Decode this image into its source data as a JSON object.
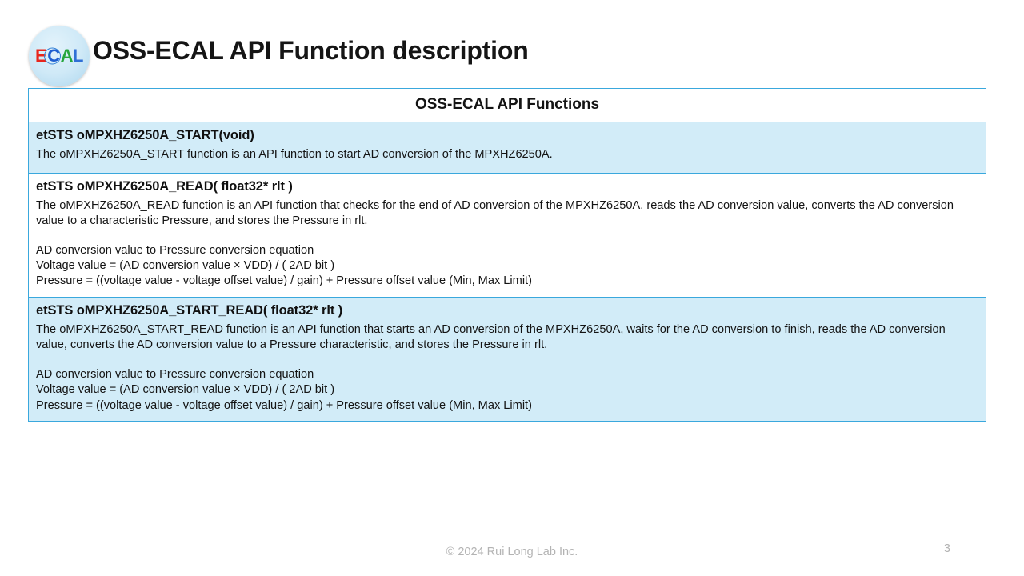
{
  "slide": {
    "title": "OSS-ECAL API Function description",
    "logo": {
      "name": "ecal-logo",
      "letters": [
        {
          "char": "E",
          "color": "#e8261c"
        },
        {
          "char": "C",
          "color": "#1f5fd0"
        },
        {
          "char": "A",
          "color": "#25a63d"
        },
        {
          "char": "L",
          "color": "#2f6fd6"
        }
      ],
      "full_text": "ECAL"
    }
  },
  "table": {
    "title": "OSS-ECAL API Functions",
    "border_color": "#3aa8dd",
    "shaded_row_color": "#d2ecf8",
    "plain_row_color": "#ffffff",
    "sections": [
      {
        "shaded": true,
        "signature": "etSTS oMPXHZ6250A_START(void)",
        "paragraphs": [
          "The oMPXHZ6250A_START function is an API function to start AD conversion of the MPXHZ6250A."
        ],
        "equations": []
      },
      {
        "shaded": false,
        "signature": "etSTS oMPXHZ6250A_READ( float32* rlt )",
        "paragraphs": [
          "The oMPXHZ6250A_READ function is an API function that checks for the end of AD conversion of the MPXHZ6250A, reads the AD conversion value, converts the AD conversion value to a characteristic Pressure, and stores the Pressure in rlt."
        ],
        "equations": [
          "AD conversion value to Pressure conversion equation",
          "Voltage value = (AD conversion value × VDD) / ( 2AD bit )",
          "Pressure = ((voltage value - voltage offset value) / gain) + Pressure offset value (Min, Max Limit)"
        ]
      },
      {
        "shaded": true,
        "signature": "etSTS oMPXHZ6250A_START_READ( float32* rlt )",
        "paragraphs": [
          "The oMPXHZ6250A_START_READ function is an API function that starts an AD conversion of the MPXHZ6250A, waits for the AD conversion to finish, reads the AD conversion value, converts the AD conversion value to a Pressure characteristic, and stores the Pressure in rlt."
        ],
        "equations": [
          "AD conversion value to Pressure conversion equation",
          "Voltage value = (AD conversion value × VDD) / ( 2AD bit )",
          "Pressure = ((voltage value - voltage offset value) / gain) + Pressure offset value (Min, Max Limit)"
        ]
      }
    ]
  },
  "footer": {
    "copyright": "© 2024 Rui Long Lab Inc.",
    "page_number": "3"
  }
}
